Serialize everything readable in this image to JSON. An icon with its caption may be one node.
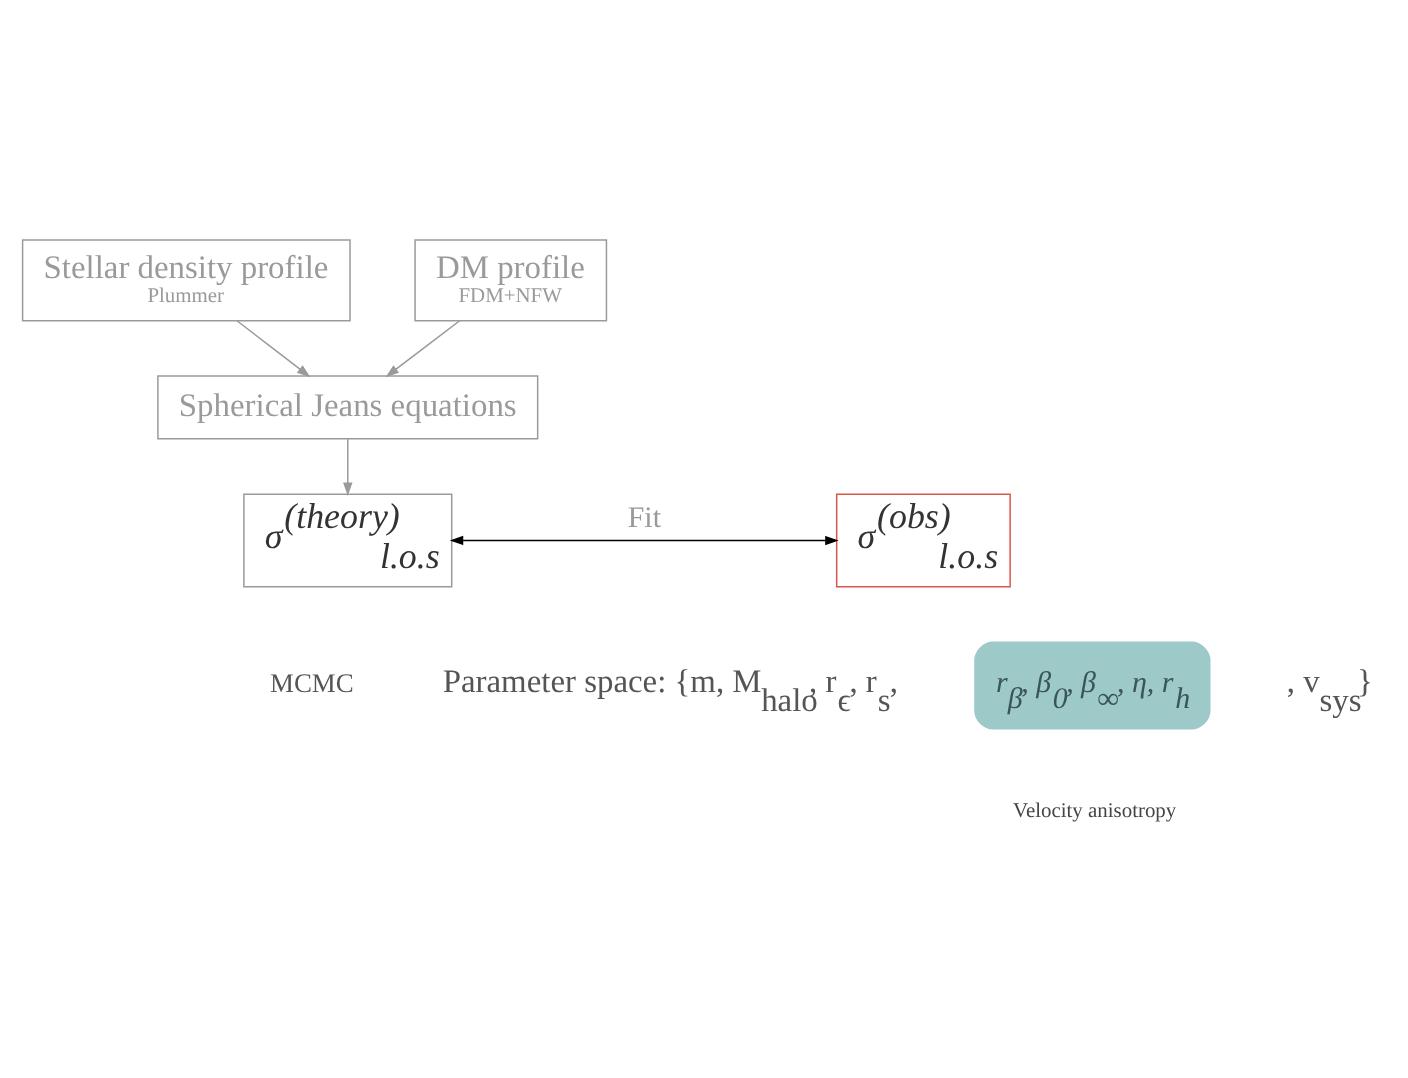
{
  "diagram": {
    "nodes": [
      {
        "text": [
          "Stellar density profile",
          "Plummer"
        ]
      },
      {
        "text": [
          "DM profile",
          "FDM+NFW"
        ]
      },
      {
        "text": [
          "Spherical Jeans equations"
        ]
      },
      {
        "text": [
          "σ$^{(theory)}$$_{l.o.s}$"
        ]
      },
      {
        "text": [
          "σ$^{(obs)}$$_{l.o.s}$"
        ]
      },
      {
        "text": [
          "r$_{β}$, β$_{0}$, β$_{∞}$, η, r$_{h}$"
        ],
        "beside": [
          "Velocity anisotropy"
        ]
      }
    ],
    "edges": [
      {
        "from": 0,
        "to": 2,
        "arrow": "to"
      },
      {
        "from": 1,
        "to": 2,
        "arrow": "to"
      },
      {
        "from": 2,
        "to": 3,
        "arrow": "to"
      },
      {
        "from": 3,
        "to": 4,
        "arrow": "both",
        "label": "Fit",
        "color": "#000000"
      }
    ],
    "labels": [
      "MCMC",
      "Parameter space: {m, M$_{halo}$, r$_{ϵ}$, r$_{s}$,",
      ", v$_{sys}$}"
    ]
  }
}
